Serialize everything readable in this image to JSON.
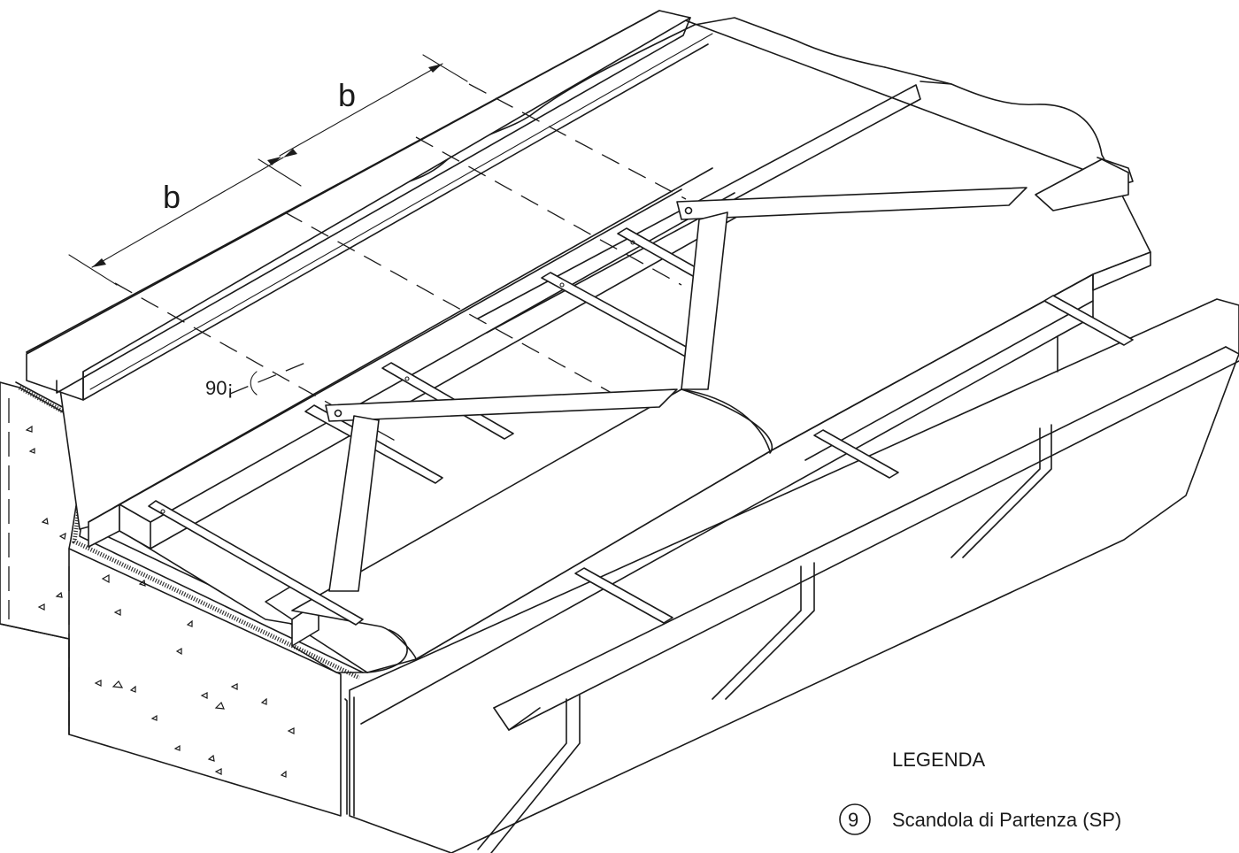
{
  "dimensions": {
    "width_label_1": "b",
    "width_label_2": "b",
    "angle_label": "90¡"
  },
  "legend": {
    "title": "LEGENDA",
    "items": [
      {
        "number": "9",
        "label": "Scandola di Partenza (SP)"
      }
    ]
  }
}
